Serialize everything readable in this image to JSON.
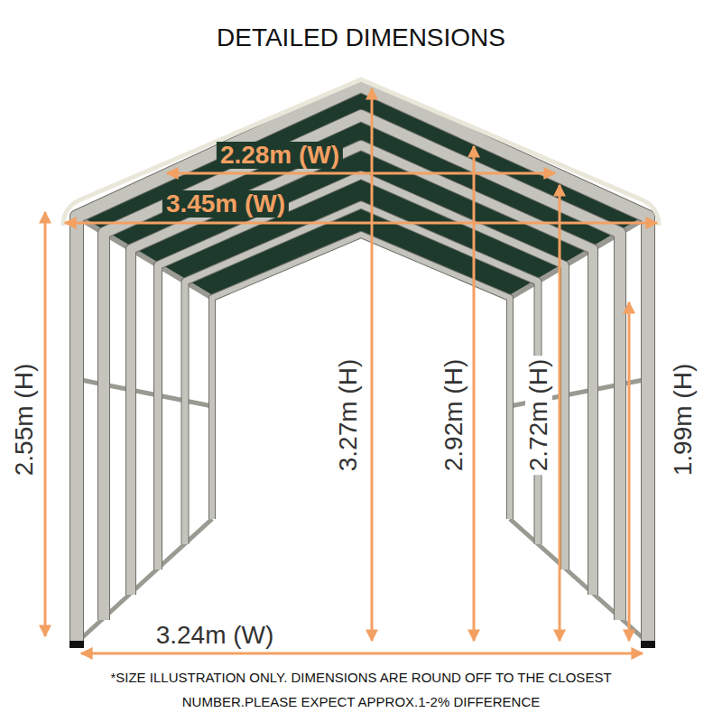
{
  "diagram": {
    "title": "DETAILED DIMENSIONS",
    "caption": "*SIZE ILLUSTRATION ONLY. DIMENSIONS ARE ROUND OFF TO THE CLOSEST NUMBER.PLEASE EXPECT APPROX.1-2% DIFFERENCE",
    "labels": [
      "2.28m (W)",
      "3.45m (W)",
      "2.55m (H)",
      "3.27m (H)",
      "2.92m (H)",
      "2.72m (H)",
      "1.99m (H)",
      "3.24m (W)"
    ]
  }
}
